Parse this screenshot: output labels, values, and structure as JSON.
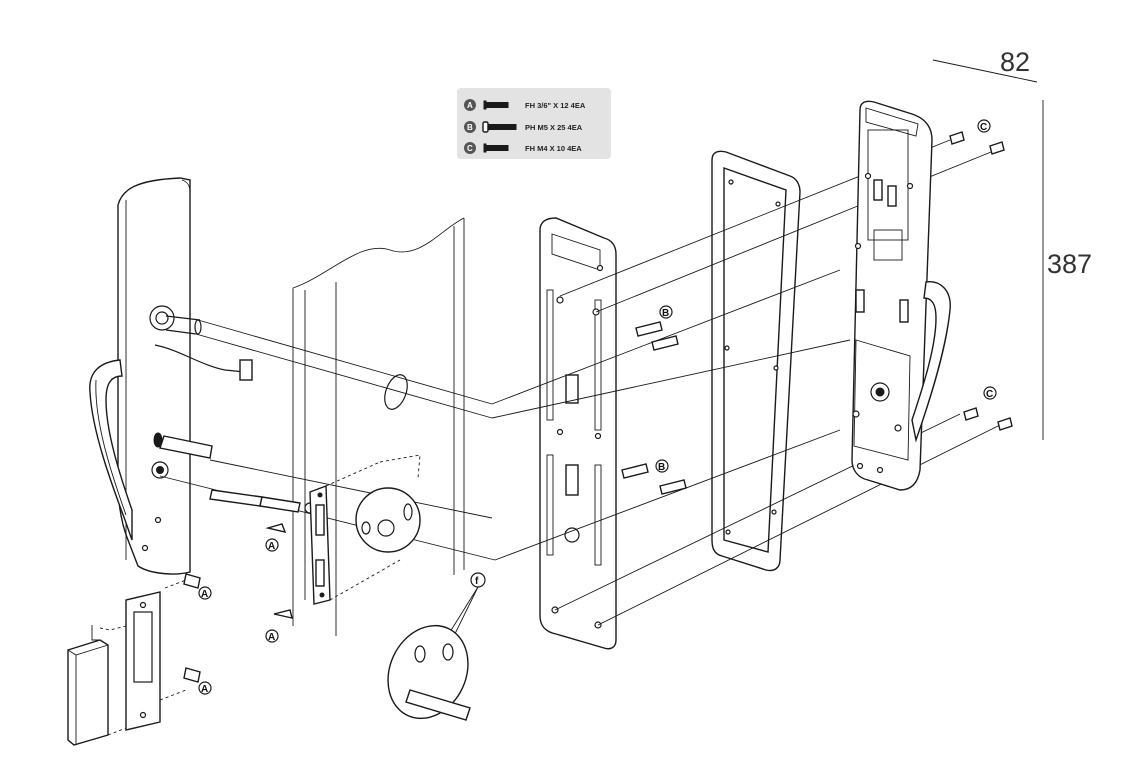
{
  "dimensions": {
    "width_label": "82",
    "height_label": "387"
  },
  "screw_legend": [
    {
      "badge": "A",
      "spec": "FH 3/6\" X 12 4EA"
    },
    {
      "badge": "B",
      "spec": "PH M5  X 25 4EA"
    },
    {
      "badge": "C",
      "spec": "FH M4  X 10 4EA"
    }
  ],
  "callouts": {
    "a1": "A",
    "a2": "A",
    "a3": "A",
    "a4": "A",
    "b1": "B",
    "b2": "B",
    "c1": "C",
    "c2": "C",
    "f1": "f"
  },
  "colors": {
    "line": "#1a1a1a",
    "legend_bg": "#e3e3e3",
    "badge": "#555555"
  }
}
